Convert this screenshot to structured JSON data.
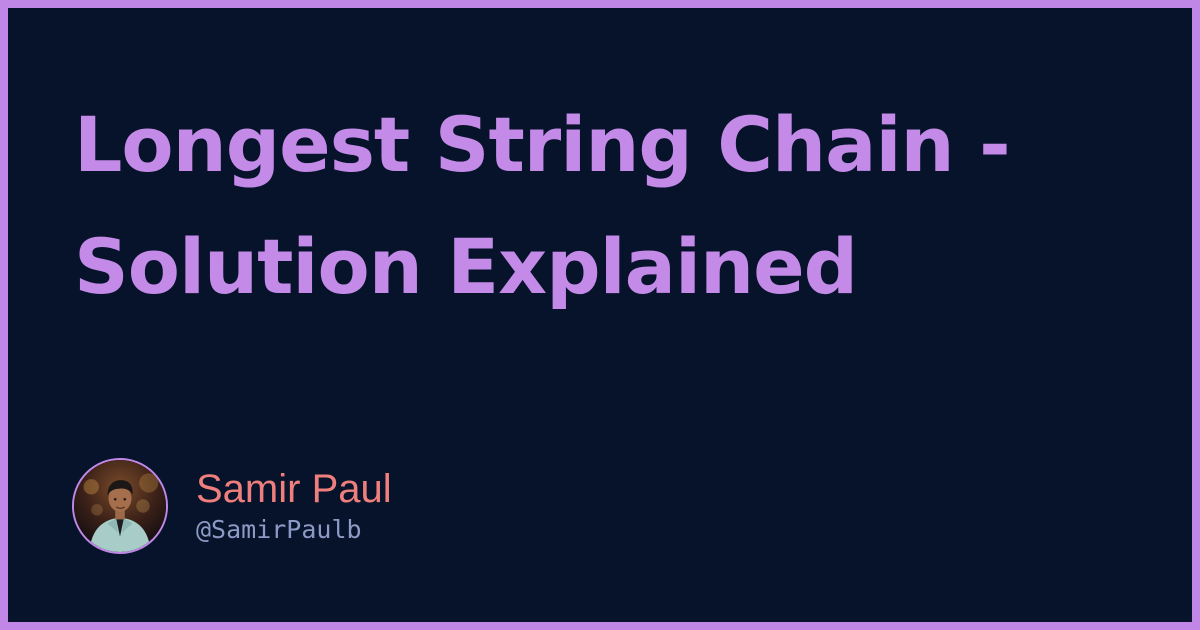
{
  "post": {
    "title": "Longest String Chain - Solution Explained"
  },
  "author": {
    "name": "Samir Paul",
    "handle": "@SamirPaulb",
    "avatar_icon": "avatar-photo"
  },
  "colors": {
    "background": "#06132a",
    "border": "#c187e6",
    "title": "#c38ae8",
    "author_name": "#ee7f7c",
    "author_handle": "#8f99c6"
  }
}
